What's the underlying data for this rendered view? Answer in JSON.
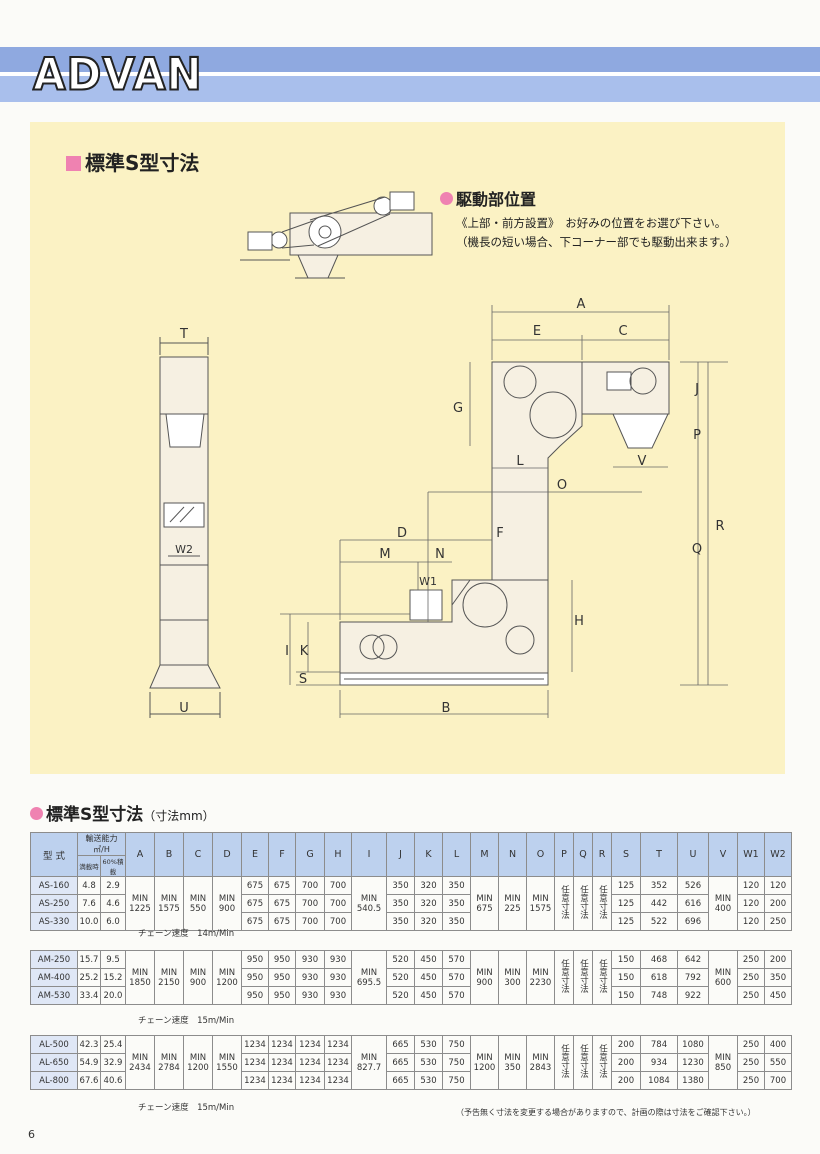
{
  "brand": "ADVAN",
  "section1_title": "標準S型寸法",
  "drive": {
    "title": "駆動部位置",
    "line1": "《上部・前方設置》　お好みの位置をお選び下さい。",
    "line2": "（機長の短い場合、下コーナー部でも駆動出来ます。）"
  },
  "dims": {
    "A": "A",
    "E": "E",
    "C": "C",
    "G": "G",
    "J": "J",
    "P": "P",
    "V": "V",
    "L": "L",
    "O": "O",
    "D": "D",
    "F": "F",
    "M": "M",
    "N": "N",
    "W1": "W1",
    "H": "H",
    "Q": "Q",
    "R": "R",
    "I": "I",
    "K": "K",
    "S": "S",
    "B": "B",
    "T": "T",
    "W2": "W2",
    "U": "U"
  },
  "table_title": "標準S型寸法",
  "table_unit": "（寸法mm）",
  "headers": {
    "model": "型 式",
    "cap": "輸送能力㎥/H",
    "cap_full": "満載時",
    "cap_60": "60%積載",
    "cols": [
      "A",
      "B",
      "C",
      "D",
      "E",
      "F",
      "G",
      "H",
      "I",
      "J",
      "K",
      "L",
      "M",
      "N",
      "O",
      "P",
      "Q",
      "R",
      "S",
      "T",
      "U",
      "V",
      "W1",
      "W2"
    ]
  },
  "min_label": "MIN",
  "arbitrary": "任意寸法",
  "groups": [
    {
      "rows": [
        {
          "model": "AS-160",
          "full": "4.8",
          "p60": "2.9",
          "E": "675",
          "F": "675",
          "G": "700",
          "H": "700",
          "J": "350",
          "K": "320",
          "L": "350",
          "S": "125",
          "T": "352",
          "U": "526",
          "W1": "120",
          "W2": "120"
        },
        {
          "model": "AS-250",
          "full": "7.6",
          "p60": "4.6",
          "E": "675",
          "F": "675",
          "G": "700",
          "H": "700",
          "J": "350",
          "K": "320",
          "L": "350",
          "S": "125",
          "T": "442",
          "U": "616",
          "W1": "120",
          "W2": "200"
        },
        {
          "model": "AS-330",
          "full": "10.0",
          "p60": "6.0",
          "E": "675",
          "F": "675",
          "G": "700",
          "H": "700",
          "J": "350",
          "K": "320",
          "L": "350",
          "S": "125",
          "T": "522",
          "U": "696",
          "W1": "120",
          "W2": "250"
        }
      ],
      "A": "1225",
      "B": "1575",
      "C": "550",
      "D": "900",
      "I": "540.5",
      "M": "675",
      "N": "225",
      "O": "1575",
      "V": "400",
      "speed": "チェーン速度　14m/Min"
    },
    {
      "rows": [
        {
          "model": "AM-250",
          "full": "15.7",
          "p60": "9.5",
          "E": "950",
          "F": "950",
          "G": "930",
          "H": "930",
          "J": "520",
          "K": "450",
          "L": "570",
          "S": "150",
          "T": "468",
          "U": "642",
          "W1": "250",
          "W2": "200"
        },
        {
          "model": "AM-400",
          "full": "25.2",
          "p60": "15.2",
          "E": "950",
          "F": "950",
          "G": "930",
          "H": "930",
          "J": "520",
          "K": "450",
          "L": "570",
          "S": "150",
          "T": "618",
          "U": "792",
          "W1": "250",
          "W2": "350"
        },
        {
          "model": "AM-530",
          "full": "33.4",
          "p60": "20.0",
          "E": "950",
          "F": "950",
          "G": "930",
          "H": "930",
          "J": "520",
          "K": "450",
          "L": "570",
          "S": "150",
          "T": "748",
          "U": "922",
          "W1": "250",
          "W2": "450"
        }
      ],
      "A": "1850",
      "B": "2150",
      "C": "900",
      "D": "1200",
      "I": "695.5",
      "M": "900",
      "N": "300",
      "O": "2230",
      "V": "600",
      "speed": "チェーン速度　15m/Min"
    },
    {
      "rows": [
        {
          "model": "AL-500",
          "full": "42.3",
          "p60": "25.4",
          "E": "1234",
          "F": "1234",
          "G": "1234",
          "H": "1234",
          "J": "665",
          "K": "530",
          "L": "750",
          "S": "200",
          "T": "784",
          "U": "1080",
          "W1": "250",
          "W2": "400"
        },
        {
          "model": "AL-650",
          "full": "54.9",
          "p60": "32.9",
          "E": "1234",
          "F": "1234",
          "G": "1234",
          "H": "1234",
          "J": "665",
          "K": "530",
          "L": "750",
          "S": "200",
          "T": "934",
          "U": "1230",
          "W1": "250",
          "W2": "550"
        },
        {
          "model": "AL-800",
          "full": "67.6",
          "p60": "40.6",
          "E": "1234",
          "F": "1234",
          "G": "1234",
          "H": "1234",
          "J": "665",
          "K": "530",
          "L": "750",
          "S": "200",
          "T": "1084",
          "U": "1380",
          "W1": "250",
          "W2": "700"
        }
      ],
      "A": "2434",
      "B": "2784",
      "C": "1200",
      "D": "1550",
      "I": "827.7",
      "M": "1200",
      "N": "350",
      "O": "2843",
      "V": "850",
      "speed": "チェーン速度　15m/Min"
    }
  ],
  "footnote": "（予告無く寸法を変更する場合がありますので、計画の際は寸法をご確認下さい。）",
  "page_number": "6"
}
